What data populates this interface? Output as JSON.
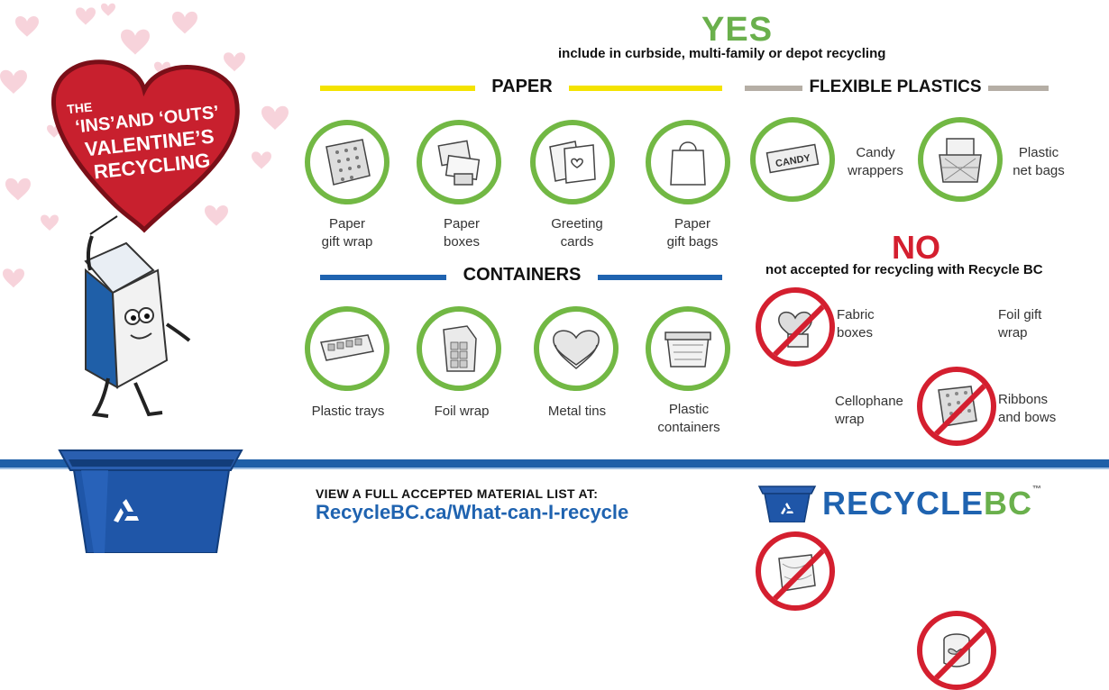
{
  "title": {
    "the": "THE",
    "ins_outs": "‘INS’AND ‘OUTS’",
    "valentines": "VALENTINE’S",
    "recycling": "RECYCLING"
  },
  "yes": {
    "heading": "YES",
    "subheading": "include in curbside, multi-family or depot recycling"
  },
  "paper": {
    "title": "PAPER",
    "items": [
      {
        "line1": "Paper",
        "line2": "gift wrap",
        "icon": "gift-wrap-icon"
      },
      {
        "line1": "Paper",
        "line2": "boxes",
        "icon": "paper-boxes-icon"
      },
      {
        "line1": "Greeting",
        "line2": "cards",
        "icon": "greeting-cards-icon"
      },
      {
        "line1": "Paper",
        "line2": "gift bags",
        "icon": "gift-bag-icon"
      }
    ]
  },
  "flexible": {
    "title": "FLEXIBLE PLASTICS",
    "items": [
      {
        "line1": "Candy",
        "line2": "wrappers",
        "icon": "candy-wrapper-icon",
        "candy_text": "CANDY"
      },
      {
        "line1": "Plastic",
        "line2": "net bags",
        "icon": "net-bag-icon"
      }
    ]
  },
  "containers": {
    "title": "CONTAINERS",
    "items": [
      {
        "line1": "Plastic trays",
        "line2": "",
        "icon": "plastic-tray-icon"
      },
      {
        "line1": "Foil wrap",
        "line2": "",
        "icon": "foil-wrap-icon"
      },
      {
        "line1": "Metal tins",
        "line2": "",
        "icon": "metal-tin-icon"
      },
      {
        "line1": "Plastic",
        "line2": "containers",
        "icon": "plastic-container-icon"
      }
    ]
  },
  "no": {
    "heading": "NO",
    "subheading": "not accepted for recycling with Recycle BC",
    "items": [
      {
        "line1": "Fabric",
        "line2": "boxes",
        "icon": "fabric-box-icon"
      },
      {
        "line1": "Foil gift",
        "line2": "wrap",
        "icon": "foil-gift-wrap-icon"
      },
      {
        "line1": "Cellophane",
        "line2": "wrap",
        "icon": "cellophane-icon"
      },
      {
        "line1": "Ribbons",
        "line2": "and bows",
        "icon": "ribbon-icon"
      }
    ]
  },
  "footer": {
    "view_text": "VIEW A FULL ACCEPTED MATERIAL LIST AT:",
    "url": "RecycleBC.ca/What-can-I-recycle",
    "logo_recycle": "RECYCLE",
    "logo_bc": "BC",
    "logo_tm": "™"
  },
  "colors": {
    "green": "#72b844",
    "red": "#d41f2f",
    "blue": "#1f5fa8",
    "yellow": "#f4e300",
    "grey": "#b5aea5",
    "heart": "#c8202e"
  }
}
